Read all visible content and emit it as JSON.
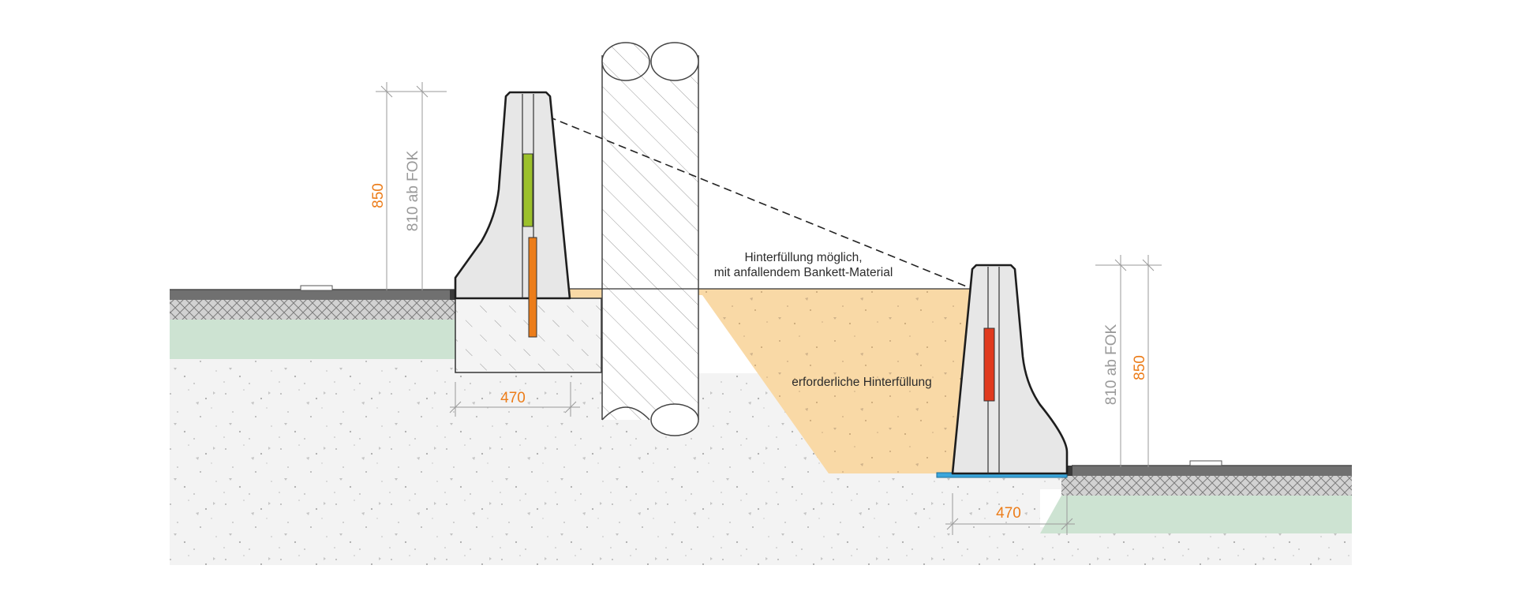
{
  "labels": {
    "backfill_optional_line1": "Hinterfüllung möglich,",
    "backfill_optional_line2": "mit anfallendem Bankett-Material",
    "backfill_required": "erforderliche Hinterfüllung"
  },
  "left_barrier": {
    "height_total": "850",
    "height_above_road": "810 ab FOK",
    "base_width": "470"
  },
  "right_barrier": {
    "height_total": "850",
    "height_above_road": "810 ab FOK",
    "base_width": "470"
  },
  "colors": {
    "asphalt": "#6e6e6e",
    "gravel_layer": "#cfcfcf",
    "green_layer": "#cde3d2",
    "soil": "#f4f4f4",
    "backfill": "#f9d9a6",
    "concrete": "#e6e6e6",
    "anchor_green": "#9cc12b",
    "anchor_orange": "#ec7d1a",
    "anchor_red": "#e03a1e",
    "bearing_pad_blue": "#3aa6dc",
    "dimension_orange": "#ec7d1a",
    "dimension_gray": "#9a9a9a"
  }
}
